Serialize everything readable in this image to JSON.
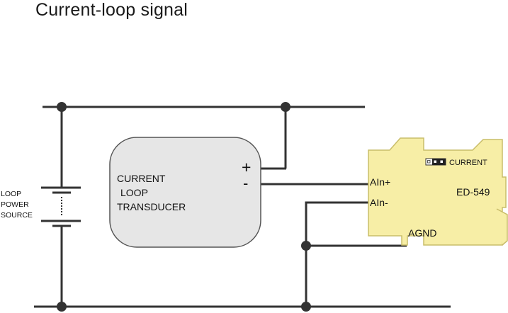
{
  "title": "Current-loop signal",
  "source": {
    "line1": "LOOP",
    "line2": "POWER",
    "line3": "SOURCE"
  },
  "transducer": {
    "line1": "CURRENT",
    "line2": "LOOP",
    "line3": "TRANSDUCER",
    "plus": "+",
    "minus": "-"
  },
  "module": {
    "name": "ED-549",
    "jumper_label": "CURRENT",
    "pin_ain_plus": "AIn+",
    "pin_ain_minus": "AIn-",
    "pin_agnd": "AGND"
  },
  "colors": {
    "module_fill": "#f7eea6",
    "module_stroke": "#c9bd6a",
    "transducer_fill": "#e6e6e6",
    "wire": "#333333"
  }
}
